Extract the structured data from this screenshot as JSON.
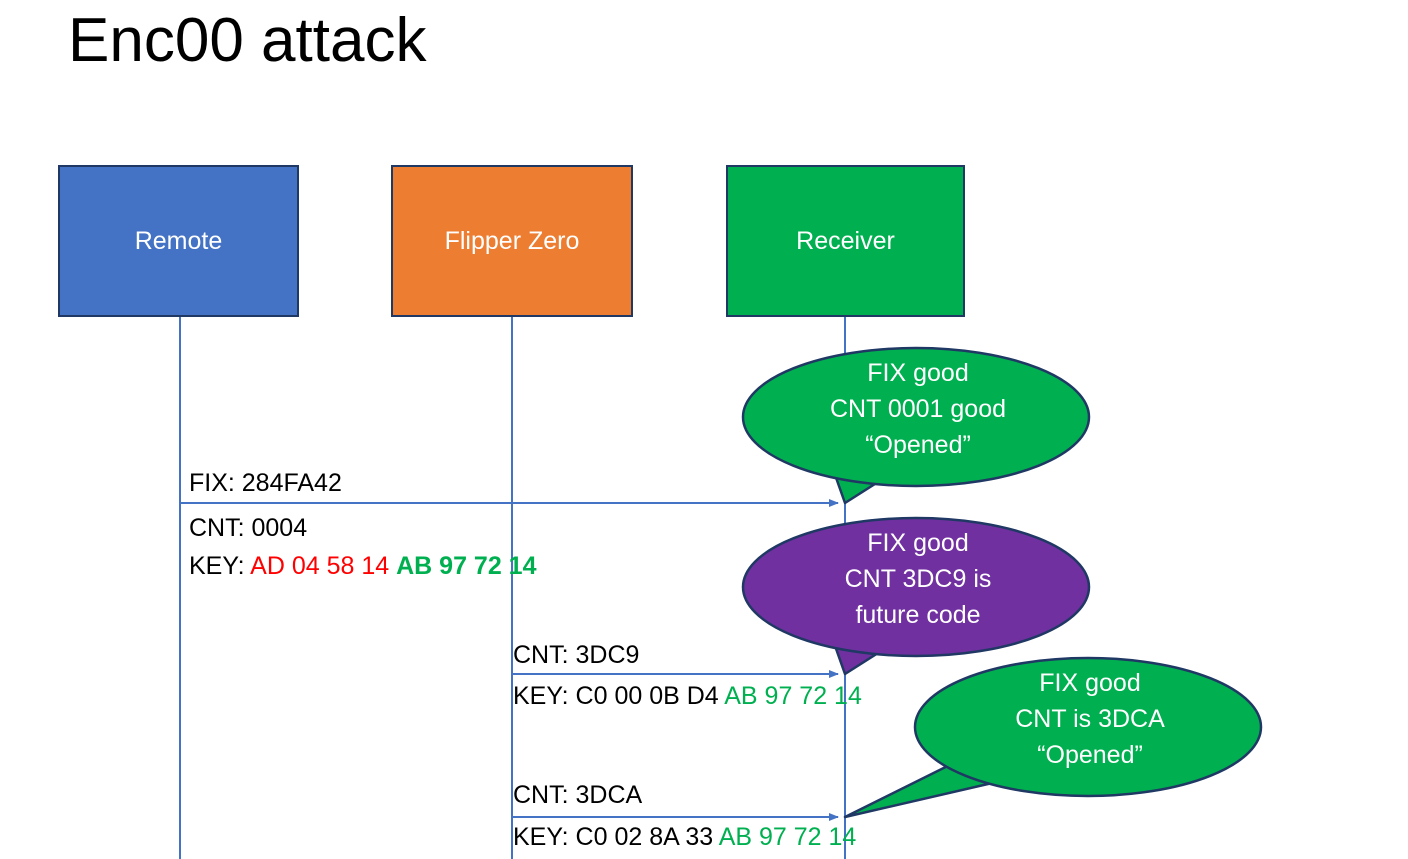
{
  "slide": {
    "title": "Enc00 attack",
    "background": "#ffffff"
  },
  "colors": {
    "remote_blue": "#4472C4",
    "flipper_orange": "#ED7D31",
    "receiver_green": "#00B050",
    "bubble_purple": "#7030A0",
    "box_outline": "#1F3864",
    "lifeline": "#4472C4",
    "hex_red": "#FF0000",
    "hex_green": "#00B050",
    "text_black": "#000000"
  },
  "actors": [
    {
      "id": "remote",
      "label": "Remote",
      "color": "#4472C4"
    },
    {
      "id": "flipper",
      "label": "Flipper Zero",
      "color": "#ED7D31"
    },
    {
      "id": "receiver",
      "label": "Receiver",
      "color": "#00B050"
    }
  ],
  "messages": [
    {
      "id": "msg1",
      "from": "remote",
      "to": "receiver",
      "fix_line": "FIX: 284FA42",
      "cnt_line": "CNT: 0004",
      "key_label": "KEY: ",
      "key_part_red": "AD 04 58 14",
      "key_part_green": "AB 97 72 14"
    },
    {
      "id": "msg2",
      "from": "flipper",
      "to": "receiver",
      "cnt_line": "CNT: 3DC9",
      "key_label": "KEY: C0 00 0B D4 ",
      "key_part_green": "AB 97 72 14"
    },
    {
      "id": "msg3",
      "from": "flipper",
      "to": "receiver",
      "cnt_line": "CNT: 3DCA",
      "key_label": "KEY: C0 02 8A 33 ",
      "key_part_green": "AB 97 72 14"
    }
  ],
  "callouts": [
    {
      "id": "bubble1",
      "color": "#00B050",
      "line1": "FIX good",
      "line2": "CNT 0001 good",
      "line3": "“Opened”"
    },
    {
      "id": "bubble2",
      "color": "#7030A0",
      "line1": "FIX good",
      "line2": "CNT 3DC9 is",
      "line3": "future code"
    },
    {
      "id": "bubble3",
      "color": "#00B050",
      "line1": "FIX good",
      "line2": "CNT is 3DCA",
      "line3": "“Opened”"
    }
  ]
}
